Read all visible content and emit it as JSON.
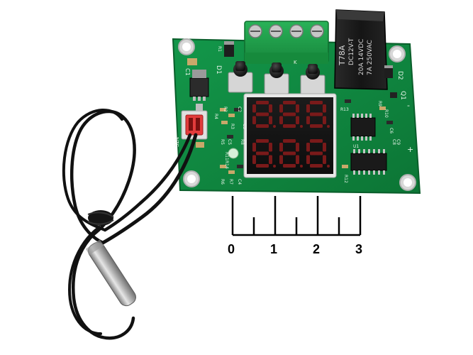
{
  "photo": {
    "subject": "W1209 digital thermostat module with NTC probe",
    "colors": {
      "pcb": "#0f8a3f",
      "pcb_dark": "#0b6e31",
      "terminal": "#1ea34a",
      "relay": "#1a1a1a",
      "display": "#141414",
      "segment_dim": "#7a1a1a",
      "cable": "#111111",
      "probe": "#b9b9b9"
    }
  },
  "relay": {
    "marking_1": "T78A",
    "marking_2": "DC12V-T",
    "marking_3": "20A 14VDC",
    "marking_4": "7A 250VAC"
  },
  "board_labels": {
    "d1": "D1",
    "d2": "D2",
    "c1": "C1",
    "q1": "Q1",
    "ntc": "NTC",
    "k": "K",
    "plus": "+",
    "minus": "-",
    "r1": "R1",
    "r2": "R2",
    "r3": "R3",
    "r4": "R4",
    "r5": "R5",
    "r6": "R6",
    "r7": "R7",
    "r8": "R8",
    "r9": "R9",
    "r10": "R10",
    "r11": "R11",
    "r12": "R12",
    "r13": "R13",
    "r14": "R14",
    "c2": "C2",
    "c3": "C3",
    "c4": "C4",
    "c5": "C5",
    "c6": "C6",
    "c8": "C8",
    "c9": "C9",
    "u1": "U1"
  },
  "ruler": {
    "ticks": [
      "0",
      "1",
      "2",
      "3"
    ]
  }
}
